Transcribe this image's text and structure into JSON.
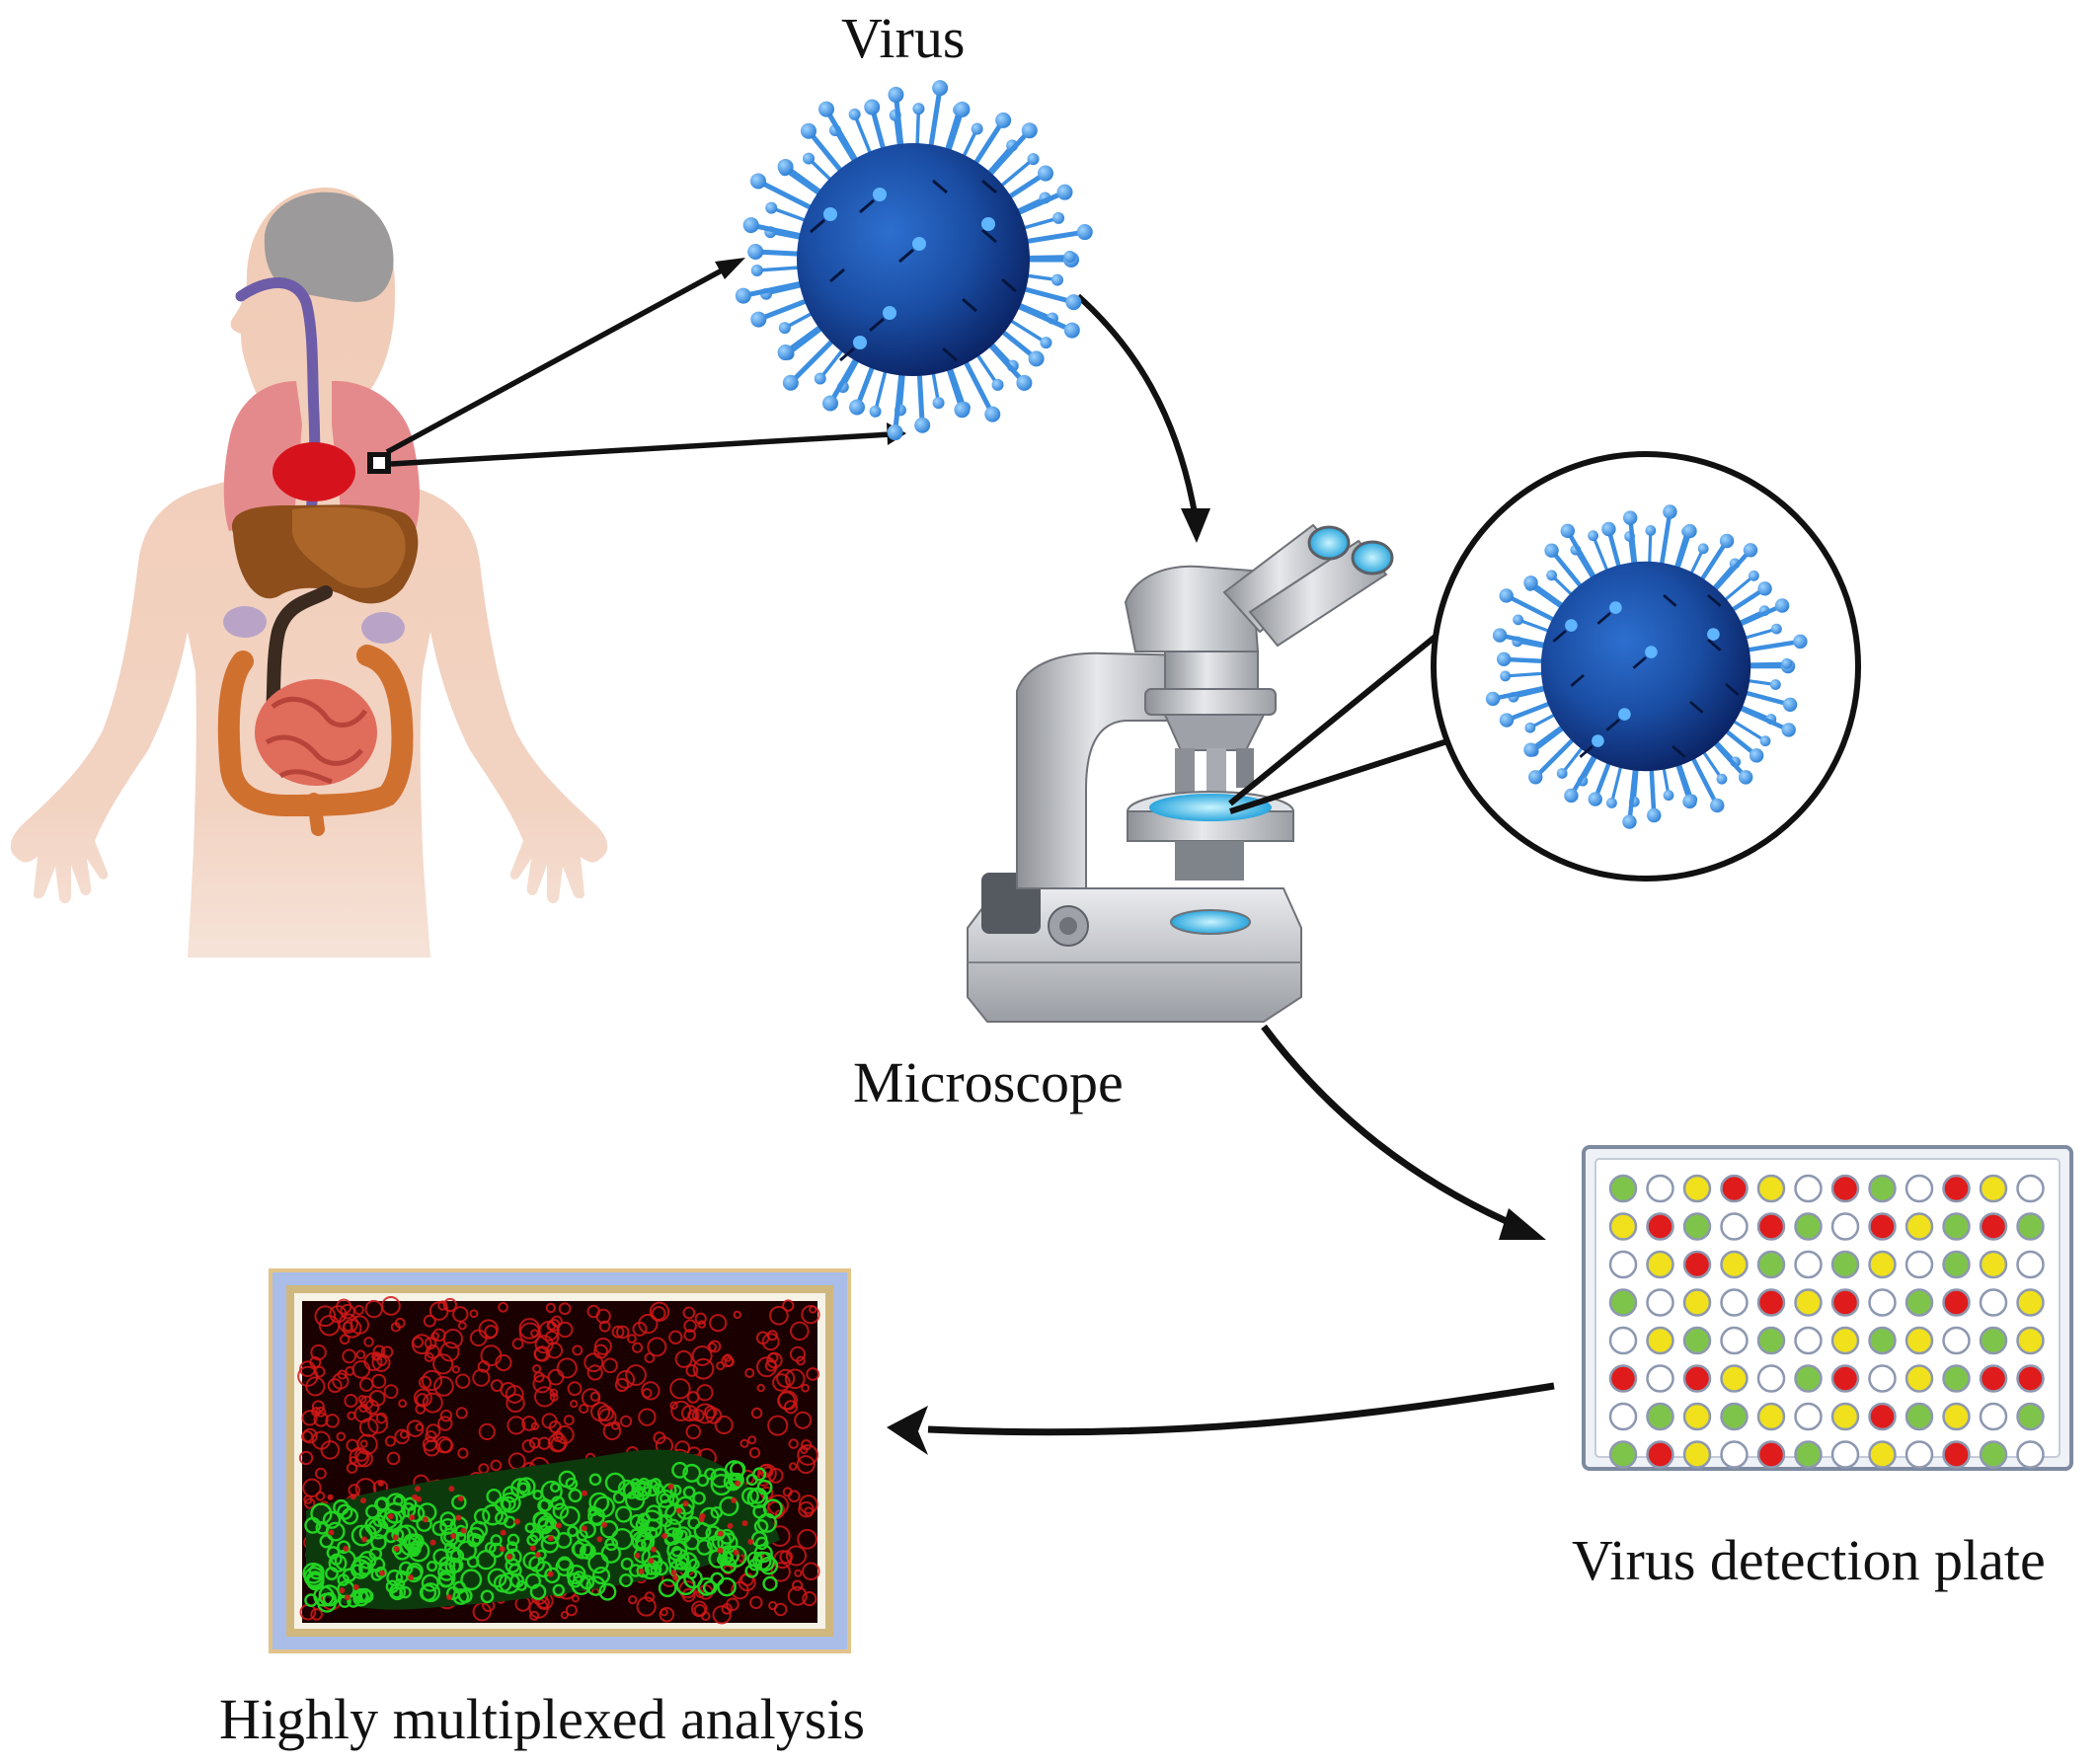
{
  "labels": {
    "virus": "Virus",
    "microscope": "Microscope",
    "plate": "Virus detection plate",
    "multiplex": "Highly multiplexed analysis"
  },
  "icons": {
    "body": "human-body-organs-icon",
    "virus": "virus-particle-icon",
    "microscope": "microscope-icon",
    "zoom": "magnified-virus-icon",
    "plate": "well-plate-icon",
    "fluorescence": "fluorescence-image-icon"
  },
  "colors": {
    "virus_core": "#1f4fa8",
    "virus_spike": "#3c8ee0",
    "arrow": "#111111",
    "well_red": "#e01b1b",
    "well_green": "#7fc44a",
    "well_yellow": "#f0e11c",
    "well_empty": "#ffffff",
    "image_red": "#d01818",
    "image_green": "#22d322"
  },
  "plate_wells": [
    [
      "g",
      "w",
      "y",
      "r",
      "y",
      "w",
      "r",
      "g",
      "w",
      "r",
      "y",
      "w"
    ],
    [
      "y",
      "r",
      "g",
      "w",
      "r",
      "g",
      "w",
      "r",
      "y",
      "g",
      "r",
      "g"
    ],
    [
      "w",
      "y",
      "r",
      "y",
      "g",
      "w",
      "g",
      "y",
      "w",
      "g",
      "y",
      "w"
    ],
    [
      "g",
      "w",
      "y",
      "w",
      "r",
      "y",
      "r",
      "w",
      "g",
      "r",
      "w",
      "y"
    ],
    [
      "w",
      "y",
      "g",
      "w",
      "g",
      "w",
      "y",
      "g",
      "y",
      "w",
      "g",
      "y"
    ],
    [
      "r",
      "w",
      "r",
      "y",
      "w",
      "g",
      "r",
      "w",
      "y",
      "g",
      "r",
      "r"
    ],
    [
      "w",
      "g",
      "y",
      "g",
      "y",
      "w",
      "y",
      "r",
      "g",
      "y",
      "w",
      "g"
    ],
    [
      "g",
      "r",
      "y",
      "w",
      "r",
      "g",
      "w",
      "y",
      "w",
      "r",
      "g",
      "w"
    ]
  ]
}
